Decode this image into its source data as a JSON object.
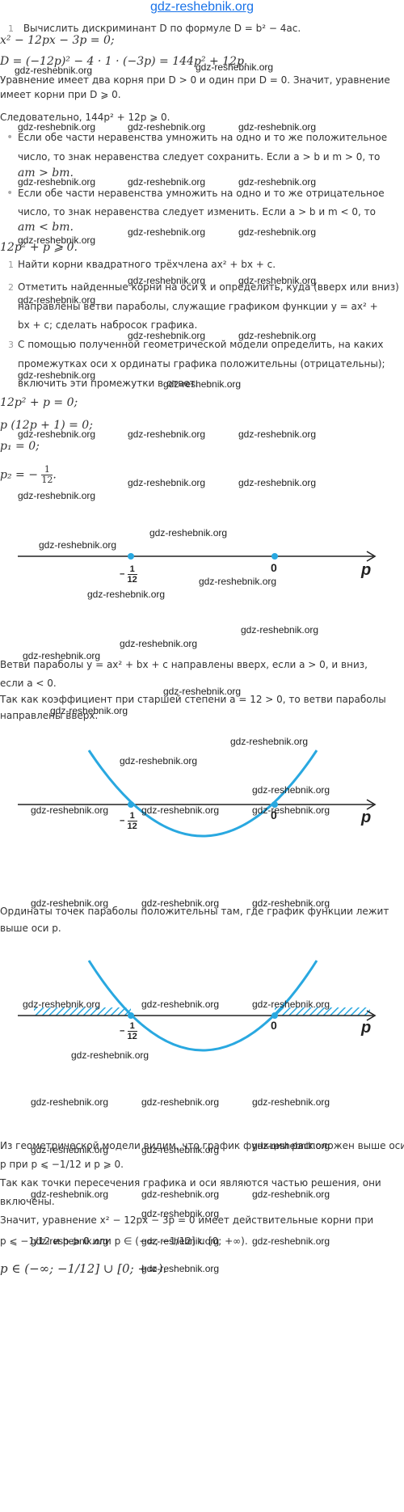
{
  "header": {
    "site": "gdz-reshebnik.org"
  },
  "watermark": "gdz-reshebnik.org",
  "lines": {
    "step1": "Вычислить дискриминант D по формуле D = b² − 4ac.",
    "eq1": "x² − 12px − 3p = 0;",
    "eq2": "D = (−12p)² − 4 · 1 · (−3p) = 144p² + 12p.",
    "p1a": "Уравнение имеет два корня при D > 0 и один при D = 0. Значит, уравнение",
    "p1b": "имеет корни при D ⩾ 0.",
    "p2": "Следовательно, 144p² + 12p ⩾ 0.",
    "b1a": "Если обе части неравенства умножить на одно и то же положительное",
    "b1b": "число, то знак неравенства следует сохранить. Если a > b и m > 0, то",
    "b1c": "am > bm.",
    "b2a": "Если обе части неравенства умножить на одно и то же отрицательное",
    "b2b": "число, то знак неравенства следует изменить. Если a > b и m < 0, то",
    "b2c": "am < bm.",
    "eq3": "12p² + p ⩾ 0.",
    "s1": "Найти корни квадратного трёхчлена ax² + bx + c.",
    "s2a": "Отметить найденные корни на оси x и определить, куда (вверх или вниз)",
    "s2b": "направлены ветви параболы, служащие графиком функции y = ax² +",
    "s2c": "bx + c; сделать набросок графика.",
    "s3a": "С помощью полученной геометрической модели определить, на каких",
    "s3b": "промежутках оси x ординаты графика положительны (отрицательны);",
    "s3c": "включить эти промежутки в ответ.",
    "eq4": "12p² + p = 0;",
    "eq5": "p (12p + 1) = 0;",
    "eq6": "p₁ = 0;",
    "eq7": "p₂ = −",
    "p3a": "Ветви параболы y = ax² + bx + c направлены вверх, если a > 0, и вниз,",
    "p3b": "если a < 0.",
    "p4a": "Так как коэффициент при старшей степени a = 12 > 0, то ветви параболы",
    "p4b": "направлены вверх.",
    "p5a": "Ординаты точек параболы положительны там, где график функции лежит",
    "p5b": "выше оси p.",
    "p6a": "Из геометрической модели видим, что график функции расположен выше оси",
    "p6b": "p при p ⩽ −1/12 и p ⩾ 0.",
    "p7a": "Так как точки пересечения графика и оси являются частью решения, они",
    "p7b": "включены.",
    "p8a": "Значит, уравнение x² − 12px − 3p = 0 имеет действительные корни при",
    "p8b": "p ⩽ −1/12 и p ⩾ 0 или p ∈ (−∞; −1/12] ∪ [0; +∞).",
    "ans": "p ∈ (−∞; −1/12] ∪ [0; +∞)."
  },
  "numbers": {
    "n1": "1",
    "n2": "2",
    "n3": "3"
  },
  "fraction": {
    "num": "1",
    "den": "12",
    "minus": "−"
  },
  "axis": {
    "var": "p",
    "zero": "0"
  },
  "colors": {
    "curve": "#29a8e0",
    "dot": "#29a8e0",
    "axis": "#222222",
    "hatch": "#29a8e0"
  }
}
